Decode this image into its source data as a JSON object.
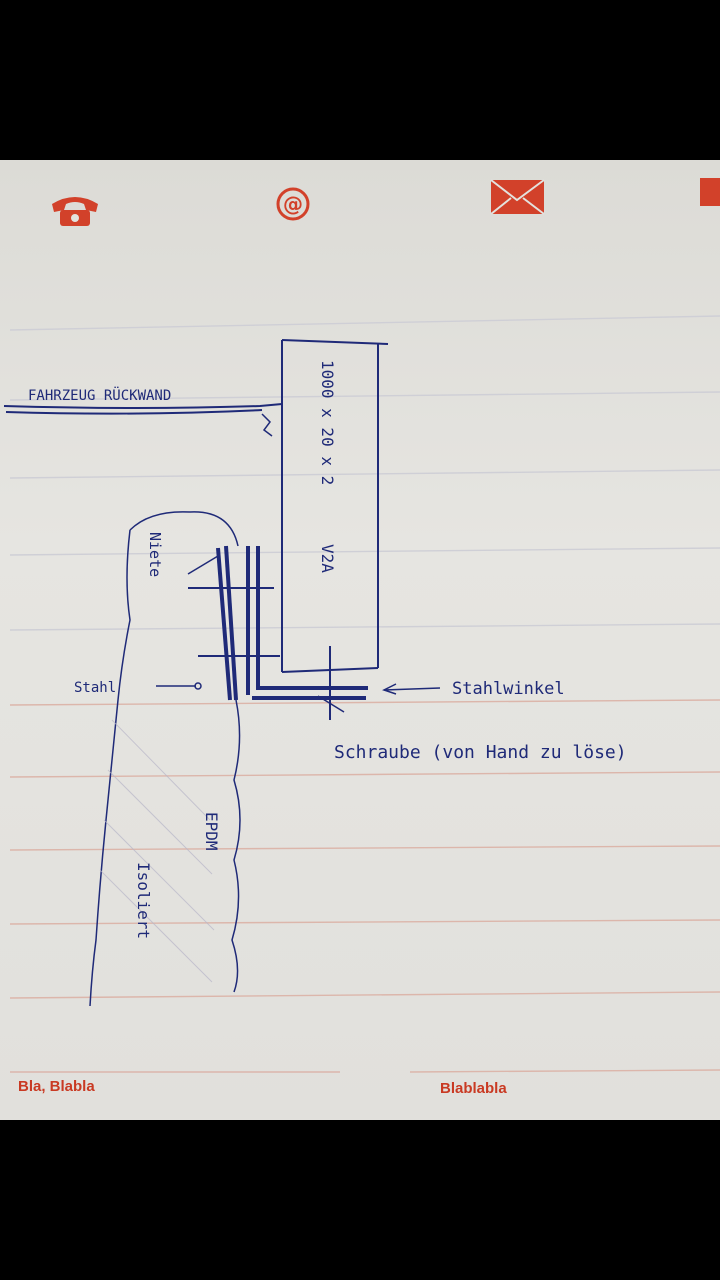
{
  "header_icons": {
    "phone": "phone-icon",
    "at": "@",
    "mail": "mail-icon",
    "accent_color": "#d2412a"
  },
  "footer": {
    "left_label": "Bla, Blabla",
    "right_label": "Blablabla"
  },
  "sketch": {
    "vehicle_wall": "FAHRZEUG RÜCKWAND",
    "profile_material": "V2A",
    "profile_size": "1000 x 20 x 2",
    "rivet": "Niete",
    "steel": "Stahl",
    "steel_angle": "Stahlwinkel",
    "screw": "Schraube (von Hand zu löse)",
    "epdm": "EPDM",
    "insulation": "Isoliert"
  },
  "colors": {
    "ink": "#1f2a78",
    "rule_blue": "#c9cbd6",
    "rule_red": "#d9b3a8"
  }
}
